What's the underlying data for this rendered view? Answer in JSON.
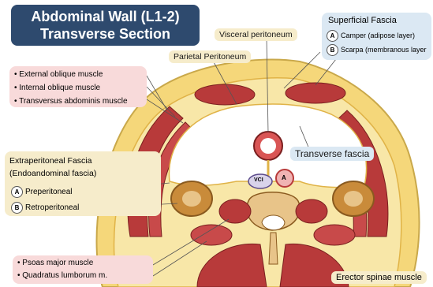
{
  "title": {
    "line1": "Abdominal Wall (L1-2)",
    "line2": "Transverse Section"
  },
  "labels": {
    "visceral_peritoneum": "Visceral peritoneum",
    "parietal_peritoneum": "Parietal Peritoneum",
    "transverse_fascia": "Transverse fascia",
    "vci": "VCI",
    "aorta": "A"
  },
  "muscles": [
    "• External oblique muscle",
    "• Internal oblique muscle",
    "• Transversus abdominis muscle"
  ],
  "extraperitoneal": {
    "heading": "Extraperitoneal Fascia",
    "subheading": "(Endoandominal fascia)",
    "items": [
      {
        "badge": "A",
        "label": "Preperitoneal"
      },
      {
        "badge": "B",
        "label": "Retroperitoneal"
      }
    ]
  },
  "superficial_fascia": {
    "heading": "Superficial Fascia",
    "items": [
      {
        "badge": "A",
        "label": "Camper (adipose layer)"
      },
      {
        "badge": "B",
        "label": "Scarpa (membranous layer"
      }
    ]
  },
  "posterior_muscles": [
    "• Psoas major muscle",
    "• Quadratus lumborum m."
  ],
  "erector": "Erector spinae muscle",
  "colors": {
    "skin_fat": "#f5d77a",
    "muscle": "#b83a3a",
    "cavity": "#ffffff",
    "bone": "#e8c489",
    "title_bg": "#2e4a6e"
  }
}
